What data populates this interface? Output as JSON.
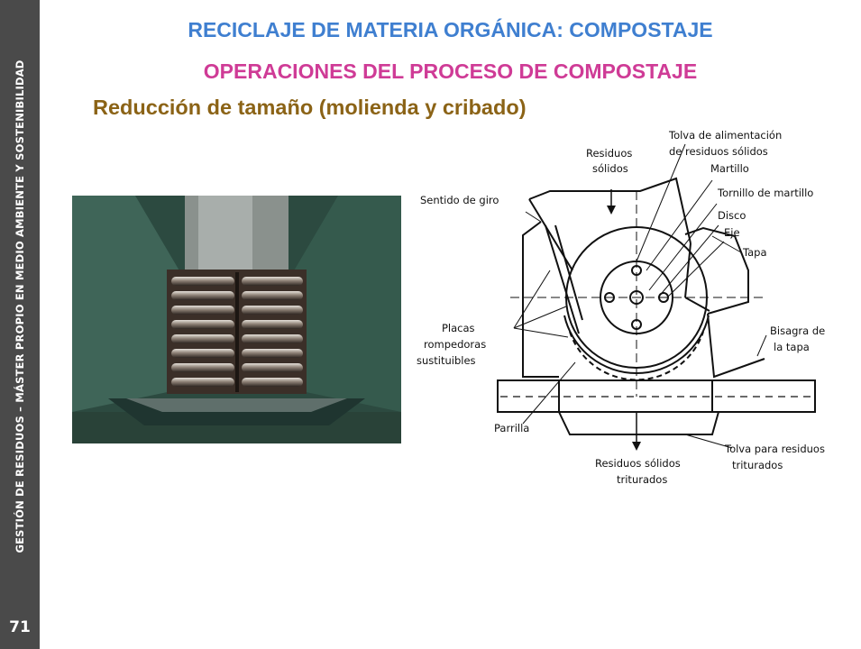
{
  "sidebar": {
    "course_label": "GESTIÓN DE RESIDUOS – MÁSTER PROPIO EN MEDIO AMBIENTE Y SOSTENIBILIDAD",
    "page_number": "71"
  },
  "slide": {
    "title": "RECICLAJE DE MATERIA ORGÁNICA: COMPOSTAJE",
    "subtitle": "OPERACIONES DEL PROCESO DE COMPOSTAJE",
    "section": "Reducción de tamaño (molienda y cribado)"
  },
  "diagram": {
    "labels": {
      "tolva_alim_1": "Tolva de alimentación",
      "tolva_alim_2": "de residuos sólidos",
      "residuos_1": "Residuos",
      "residuos_2": "sólidos",
      "martillo": "Martillo",
      "sentido": "Sentido de giro",
      "tornillo": "Tornillo de martillo",
      "disco": "Disco",
      "eje": "Eje",
      "tapa": "Tapa",
      "placas_1": "Placas",
      "placas_2": "rompedoras",
      "placas_3": "sustituibles",
      "bisagra_1": "Bisagra de",
      "bisagra_2": "la tapa",
      "parrilla": "Parrilla",
      "tolva_tri_1": "Tolva para residuos",
      "tolva_tri_2": "triturados",
      "res_tri_1": "Residuos sólidos",
      "res_tri_2": "triturados"
    }
  },
  "colors": {
    "sidebar_bg": "#4a4a4a",
    "title": "#3f7fd0",
    "subtitle": "#cf3b96",
    "section": "#8b6316"
  }
}
